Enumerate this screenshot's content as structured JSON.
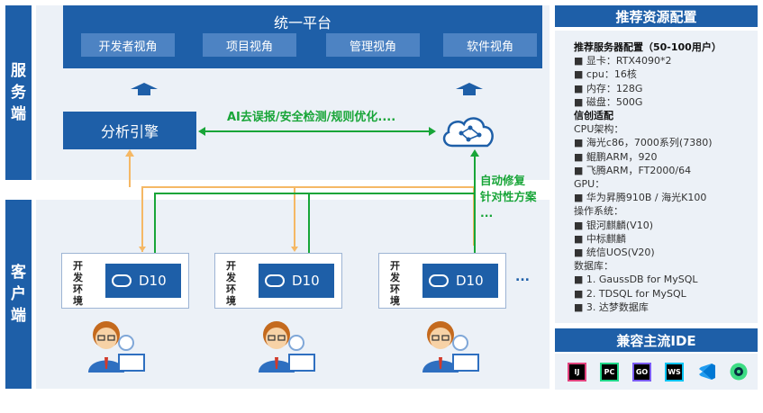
{
  "side_labels": {
    "server": "服务端",
    "client": "客户端"
  },
  "platform": {
    "title": "统一平台",
    "views": [
      "开发者视角",
      "项目视角",
      "管理视角",
      "软件视角"
    ]
  },
  "engine": {
    "label": "分析引擎"
  },
  "ai_flow_label": "AI去误报/安全检测/规则优化....",
  "auto_fix_label": [
    "自动修复",
    "针对性方案",
    "..."
  ],
  "environments": [
    {
      "label": "开发环境",
      "device": "D10"
    },
    {
      "label": "开发环境",
      "device": "D10"
    },
    {
      "label": "开发环境",
      "device": "D10"
    }
  ],
  "more": "...",
  "resources": {
    "title": "推荐资源配置",
    "server_title": "推荐服务器配置（50-100用户）",
    "server_items": [
      "显卡：RTX4090*2",
      "cpu：16核",
      "内存：128G",
      "磁盘：500G"
    ],
    "xinchuang_title": "信创适配",
    "groups": [
      {
        "name": "CPU架构：",
        "items": [
          "海光c86，7000系列(7380)",
          "鲲鹏ARM，920",
          "飞腾ARM，FT2000/64"
        ]
      },
      {
        "name": "GPU：",
        "items": [
          "华为昇腾910B / 海光K100"
        ]
      },
      {
        "name": "操作系统：",
        "items": [
          "银河麒麟(V10)",
          "中标麒麟",
          "统信UOS(V20)"
        ]
      },
      {
        "name": "数据库：",
        "items": [
          "1. GaussDB for MySQL",
          "2. TDSQL for MySQL",
          "3. 达梦数据库"
        ]
      }
    ]
  },
  "ide": {
    "title": "兼容主流IDE",
    "icons": [
      "IJ",
      "PC",
      "GO",
      "WS",
      "vscode",
      "android"
    ]
  },
  "colors": {
    "primary": "#1e5fa8",
    "green": "#18a538",
    "orange": "#f5b865",
    "band": "#ecf1f7"
  }
}
